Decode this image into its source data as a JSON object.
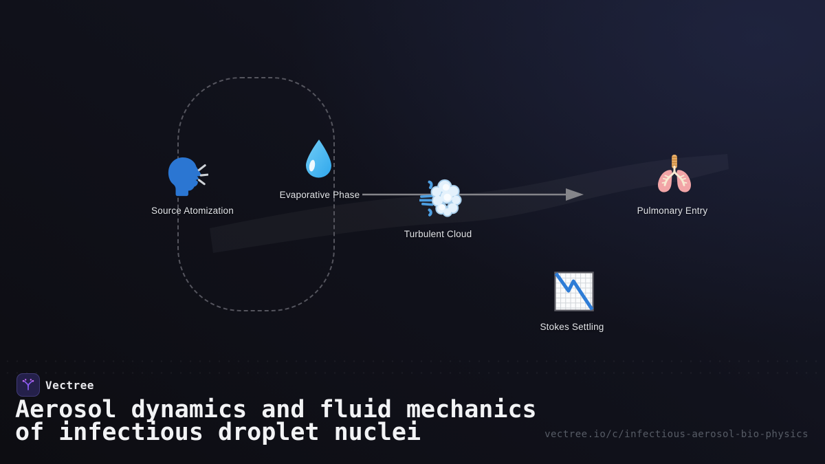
{
  "diagram": {
    "stages": [
      {
        "label": "Source Atomization",
        "icon": "speaking-head-icon",
        "icon_color": "#2b76d2"
      },
      {
        "label": "Evaporative Phase",
        "icon": "droplet-icon",
        "icon_color": "#4dbbf2"
      },
      {
        "label": "Turbulent Cloud",
        "icon": "dashing-cloud-icon",
        "icon_color": "#ddeefb"
      },
      {
        "label": "Stokes Settling",
        "icon": "chart-decreasing-icon",
        "icon_color": "#2e7cd6"
      },
      {
        "label": "Pulmonary Entry",
        "icon": "lungs-icon",
        "icon_color": "#f2a5a7"
      }
    ],
    "flow_arrow": {
      "direction": "right",
      "color": "#85858a"
    },
    "dashed_boundary_color": "#55555e",
    "label_color": "#e2e4e8"
  },
  "footer": {
    "brand": "Vectree",
    "title_line1": "Aerosol dynamics and fluid mechanics",
    "title_line2": "of infectious droplet nuclei",
    "url": "vectree.io/c/infectious-aerosol-bio-physics",
    "logo": {
      "background": "#24204a",
      "glyph_color": "#8b5cf6",
      "dot_color": "#c26bf5"
    },
    "title_color": "#f2f3f5",
    "url_color": "#575c66"
  },
  "background": {
    "base": "#0d0d12",
    "accent_top_right": "#262c4e"
  }
}
